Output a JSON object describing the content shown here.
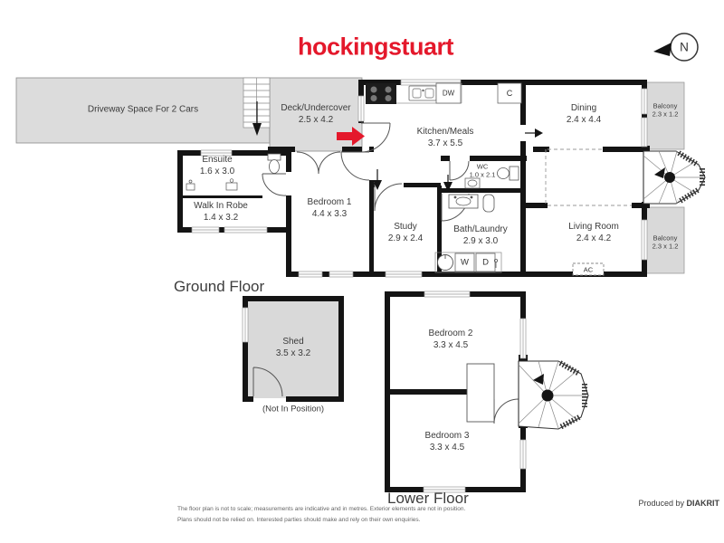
{
  "brand": {
    "logo_text": "hockingstuart",
    "compass_label": "N"
  },
  "ground_floor": {
    "title": "Ground Floor",
    "rooms": {
      "driveway": {
        "name": "Driveway Space For 2 Cars"
      },
      "deck": {
        "name": "Deck/Undercover",
        "dims": "2.5 x 4.2"
      },
      "kitchen": {
        "name": "Kitchen/Meals",
        "dims": "3.7 x 5.5"
      },
      "dining": {
        "name": "Dining",
        "dims": "2.4 x 4.4"
      },
      "balcony_top": {
        "name": "Balcony",
        "dims": "2.3 x 1.2"
      },
      "ensuite": {
        "name": "Ensuite",
        "dims": "1.6 x 3.0"
      },
      "walk_in_robe": {
        "name": "Walk In Robe",
        "dims": "1.4 x 3.2"
      },
      "bedroom1": {
        "name": "Bedroom 1",
        "dims": "4.4 x 3.3"
      },
      "study": {
        "name": "Study",
        "dims": "2.9 x 2.4"
      },
      "wc": {
        "name": "WC",
        "dims": "1.0 x 2.1"
      },
      "bath_laundry": {
        "name": "Bath/Laundry",
        "dims": "2.9 x 3.0"
      },
      "living": {
        "name": "Living Room",
        "dims": "2.4 x 4.2"
      },
      "balcony_bottom": {
        "name": "Balcony",
        "dims": "2.3 x 1.2"
      }
    },
    "labels": {
      "dishwasher": "DW",
      "cupboard": "C",
      "washer": "W",
      "dryer": "D",
      "air_conditioner": "AC"
    }
  },
  "shed": {
    "name": "Shed",
    "dims": "3.5 x 3.2",
    "note": "(Not In Position)"
  },
  "lower_floor": {
    "title": "Lower Floor",
    "rooms": {
      "bedroom2": {
        "name": "Bedroom 2",
        "dims": "3.3 x 4.5"
      },
      "bedroom3": {
        "name": "Bedroom 3",
        "dims": "3.3 x 4.5"
      }
    }
  },
  "footer": {
    "disclaimer_line1": "The floor plan is not to scale; measurements are indicative and in metres. Exterior elements are not in position.",
    "disclaimer_line2": "Plans should not be relied on. Interested parties should make and rely on their own enquiries.",
    "produced_by": "Produced by",
    "producer": "DIAKRIT"
  },
  "colors": {
    "brand_red": "#e4182b",
    "floor_fill": "#dcdcdc",
    "wall": "#141414"
  }
}
